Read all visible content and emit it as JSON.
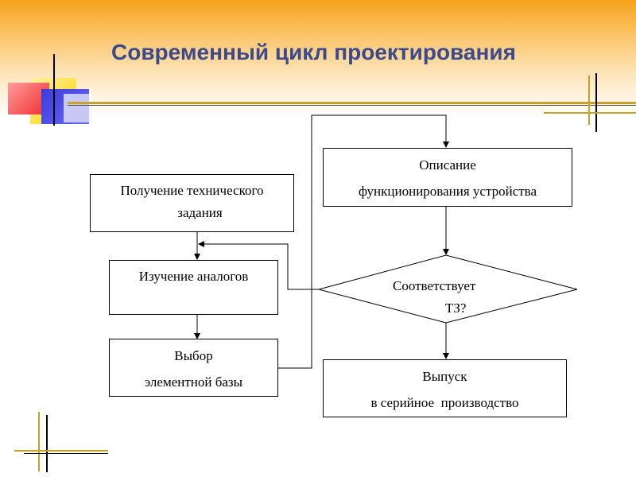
{
  "slide": {
    "title": "Современный цикл проектирования"
  },
  "diagram": {
    "box_spec": {
      "line1": "Получение технического",
      "line2": "задания"
    },
    "box_analogs": {
      "line1": "Изучение аналогов"
    },
    "box_elements": {
      "line1": "Выбор",
      "line2": "элементной базы"
    },
    "box_description": {
      "line1": "Описание",
      "line2": "функционирования устройства"
    },
    "decision": {
      "line1": "Соответствует",
      "line2": "ТЗ?"
    },
    "box_release": {
      "line1": "Выпуск",
      "line2": "в серийное  производство"
    }
  },
  "colors": {
    "title": "#3a4a8c",
    "header_gradient_top": "#f7a21b",
    "deco_red": "#ee2b2b",
    "deco_yellow": "#ffd200",
    "deco_blue": "#3b3bd6",
    "deco_gold_line": "#c9a227"
  }
}
